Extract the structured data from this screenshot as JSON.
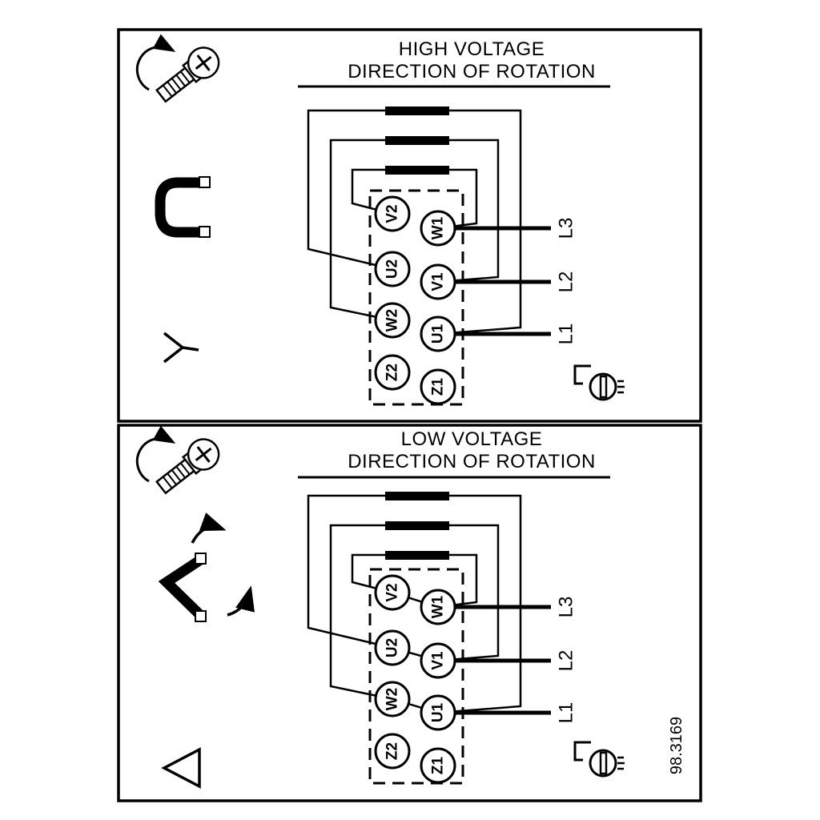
{
  "colors": {
    "ink": "#000000",
    "paper": "#ffffff"
  },
  "figure_number": "98.3169",
  "panels": [
    {
      "title": "HIGH VOLTAGE",
      "subtitle": "DIRECTION OF ROTATION",
      "connection": "star",
      "terminals_left": [
        "V2",
        "U2",
        "W2",
        "Z2"
      ],
      "terminals_right": [
        "W1",
        "V1",
        "U1",
        "Z1"
      ],
      "lines": [
        "L3",
        "L2",
        "L1"
      ]
    },
    {
      "title": "LOW VOLTAGE",
      "subtitle": "DIRECTION OF ROTATION",
      "connection": "delta",
      "terminals_left": [
        "V2",
        "U2",
        "W2",
        "Z2"
      ],
      "terminals_right": [
        "W1",
        "V1",
        "U1",
        "Z1"
      ],
      "lines": [
        "L3",
        "L2",
        "L1"
      ]
    }
  ],
  "icons": {
    "screw": "rotation-screw",
    "jumper_bracket": "terminal-jumper-bracket",
    "jumper_arrows": "jumper-move-arrows",
    "star": "star-connection-symbol",
    "delta": "delta-connection-symbol",
    "terminal_screw": "terminal-screw"
  }
}
